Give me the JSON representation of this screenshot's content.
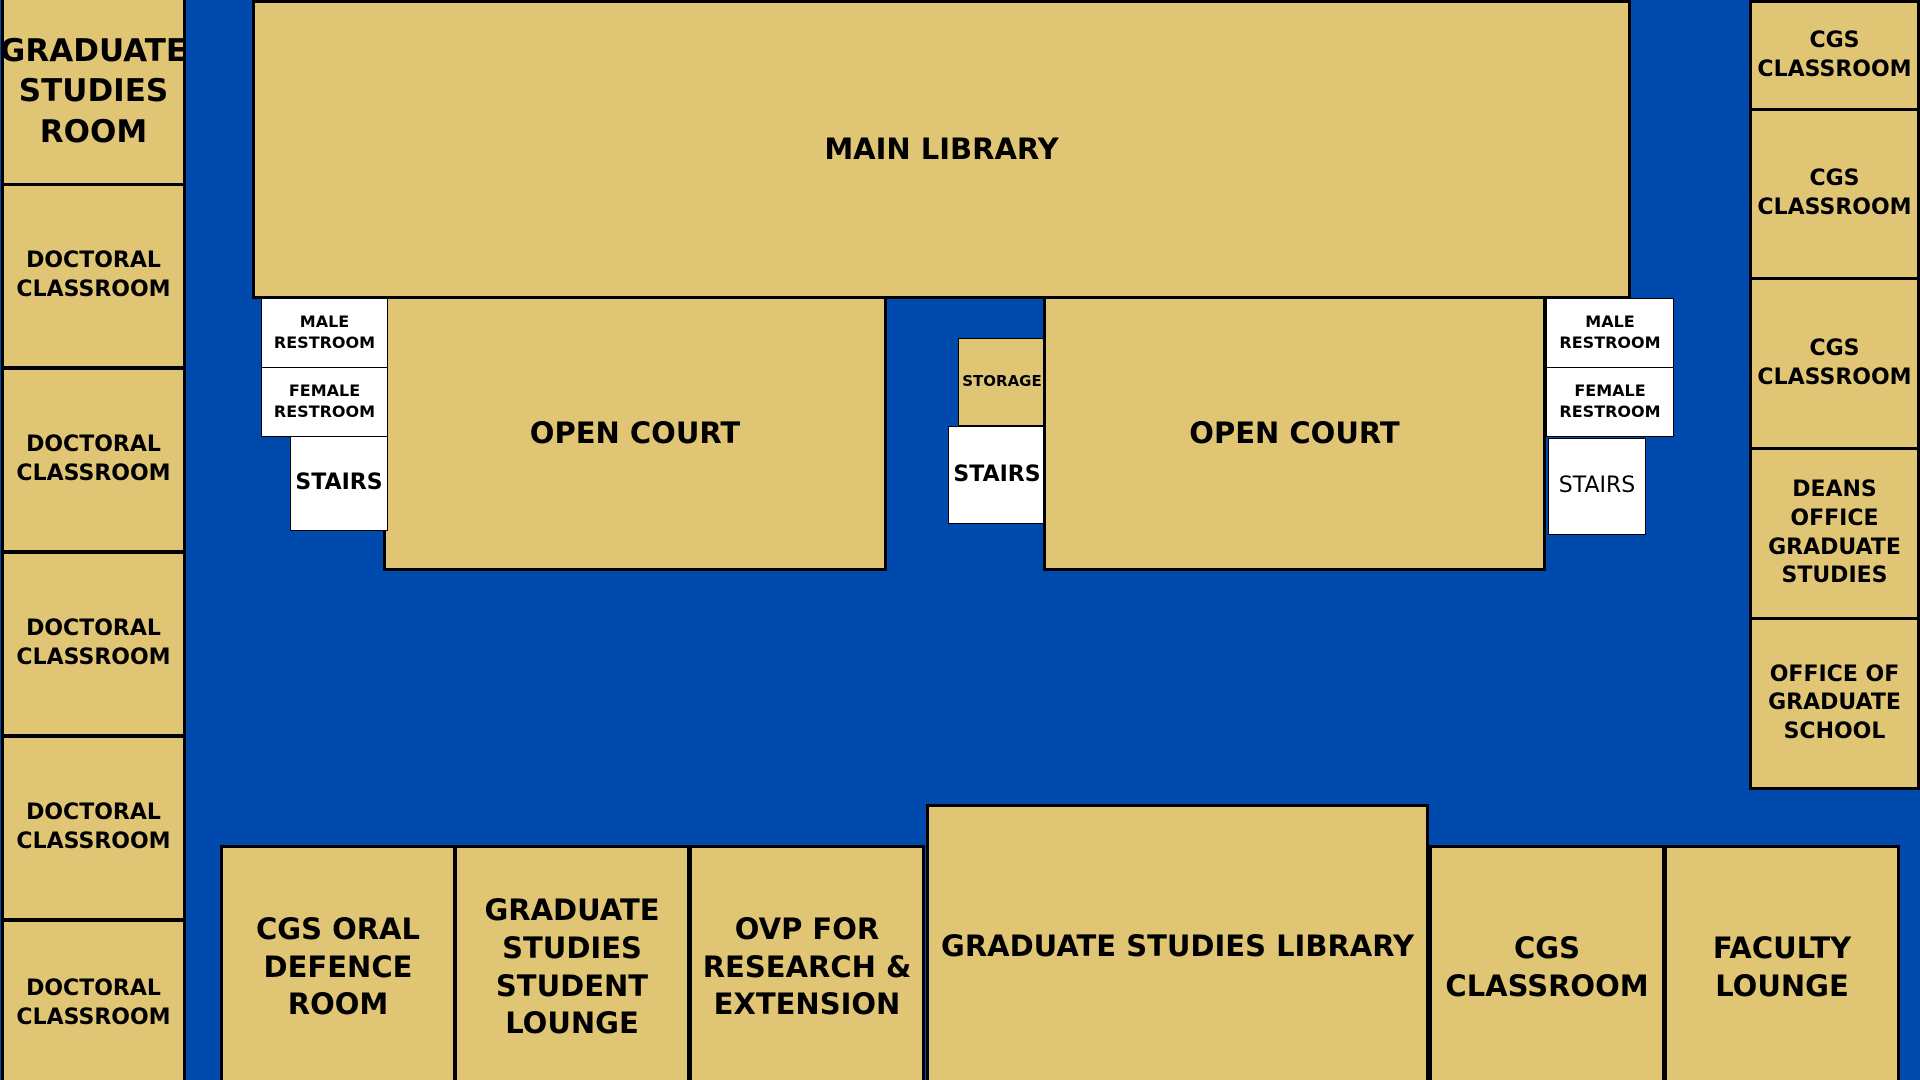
{
  "colors": {
    "corridor": "#004aad",
    "room_fill": "#e0c674",
    "utility_fill": "#ffffff",
    "outline": "#000000"
  },
  "left_column": {
    "graduate_studies_room": "GRADUATE\nSTUDIES\nROOM",
    "doctoral_1": "DOCTORAL\nCLASSROOM",
    "doctoral_2": "DOCTORAL\nCLASSROOM",
    "doctoral_3": "DOCTORAL\nCLASSROOM",
    "doctoral_4": "DOCTORAL\nCLASSROOM",
    "doctoral_5": "DOCTORAL\nCLASSROOM"
  },
  "center": {
    "main_library": "MAIN LIBRARY",
    "open_court_left": "OPEN COURT",
    "open_court_right": "OPEN COURT",
    "male_restroom_left": "MALE\nRESTROOM",
    "female_restroom_left": "FEMALE\nRESTROOM",
    "stairs_left": "STAIRS",
    "storage": "STORAGE",
    "stairs_center": "STAIRS",
    "male_restroom_right": "MALE\nRESTROOM",
    "female_restroom_right": "FEMALE\nRESTROOM",
    "stairs_right": "STAIRS"
  },
  "right_column": {
    "cgs_1": "CGS\nCLASSROOM",
    "cgs_2": "CGS\nCLASSROOM",
    "cgs_3": "CGS\nCLASSROOM",
    "deans_office": "DEANS\nOFFICE\nGRADUATE\nSTUDIES",
    "office_graduate_school": "OFFICE OF\nGRADUATE\nSCHOOL"
  },
  "bottom_row": {
    "oral_defence": "CGS ORAL\nDEFENCE\nROOM",
    "student_lounge": "GRADUATE\nSTUDIES\nSTUDENT\nLOUNGE",
    "ovp": "OVP FOR\nRESEARCH &\nEXTENSION",
    "grad_library": "GRADUATE STUDIES LIBRARY",
    "cgs_classroom": "CGS\nCLASSROOM",
    "faculty_lounge": "FACULTY\nLOUNGE"
  }
}
